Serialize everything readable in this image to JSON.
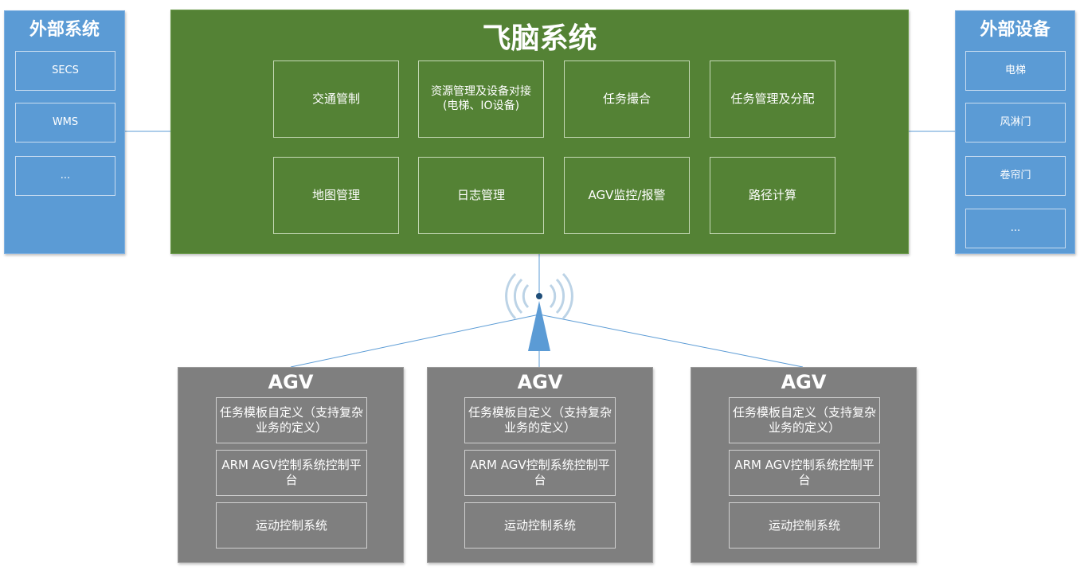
{
  "external_systems": {
    "title": "外部系统",
    "items": [
      "SECS",
      "WMS",
      "..."
    ]
  },
  "external_devices": {
    "title": "外部设备",
    "items": [
      "电梯",
      "风淋门",
      "卷帘门",
      "..."
    ]
  },
  "core_system": {
    "title": "飞脑系统",
    "modules": [
      "交通管制",
      "资源管理及设备对接\n(电梯、IO设备)",
      "任务撮合",
      "任务管理及分配",
      "地图管理",
      "日志管理",
      "AGV监控/报警",
      "路径计算"
    ]
  },
  "wireless": {
    "icon": "wireless-tower-icon"
  },
  "agvs": [
    {
      "title": "AGV",
      "modules": [
        "任务模板自定义（支持复杂业务的定义）",
        "ARM AGV控制系统控制平台",
        "运动控制系统"
      ]
    },
    {
      "title": "AGV",
      "modules": [
        "任务模板自定义（支持复杂业务的定义）",
        "ARM AGV控制系统控制平台",
        "运动控制系统"
      ]
    },
    {
      "title": "AGV",
      "modules": [
        "任务模板自定义（支持复杂业务的定义）",
        "ARM AGV控制系统控制平台",
        "运动控制系统"
      ]
    }
  ],
  "colors": {
    "external": "#5b9bd5",
    "core": "#548235",
    "agv": "#7f7f7f",
    "connector": "#5b9bd5"
  }
}
